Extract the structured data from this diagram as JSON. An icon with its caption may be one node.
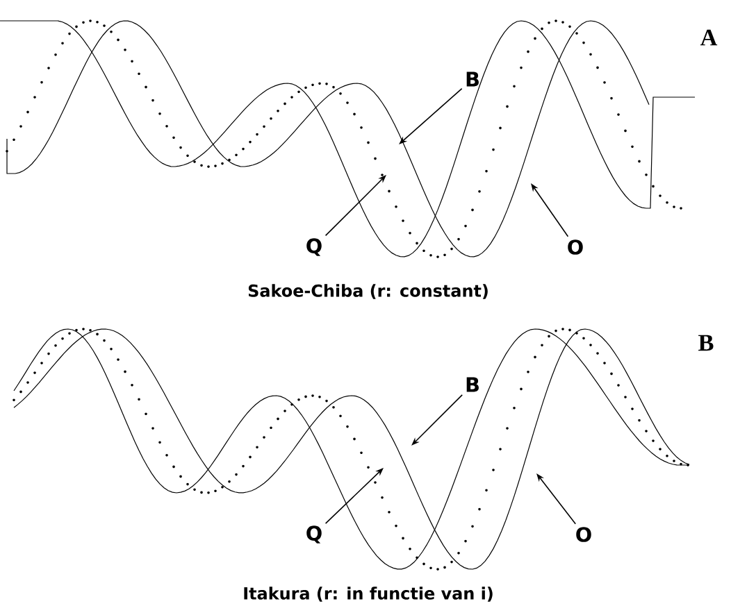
{
  "diagram": {
    "nodes": [
      {
        "text": [
          "B"
        ]
      },
      {
        "text": [
          "Q"
        ]
      },
      {
        "text": [
          "O"
        ]
      },
      {
        "text": [
          "B"
        ]
      },
      {
        "text": [
          "Q"
        ]
      },
      {
        "text": [
          "O"
        ]
      }
    ],
    "edges": [
      {
        "from": 0,
        "to": null,
        "arrow": "to"
      },
      {
        "from": 1,
        "to": null,
        "arrow": "to"
      },
      {
        "from": 2,
        "to": null,
        "arrow": "to"
      },
      {
        "from": 3,
        "to": null,
        "arrow": "to"
      },
      {
        "from": 4,
        "to": null,
        "arrow": "to"
      },
      {
        "from": 5,
        "to": null,
        "arrow": "to"
      }
    ],
    "labels": [
      "A",
      "Sakoe-Chiba (r: constant)",
      "B",
      "Itakura (r: in functie van i)"
    ]
  }
}
